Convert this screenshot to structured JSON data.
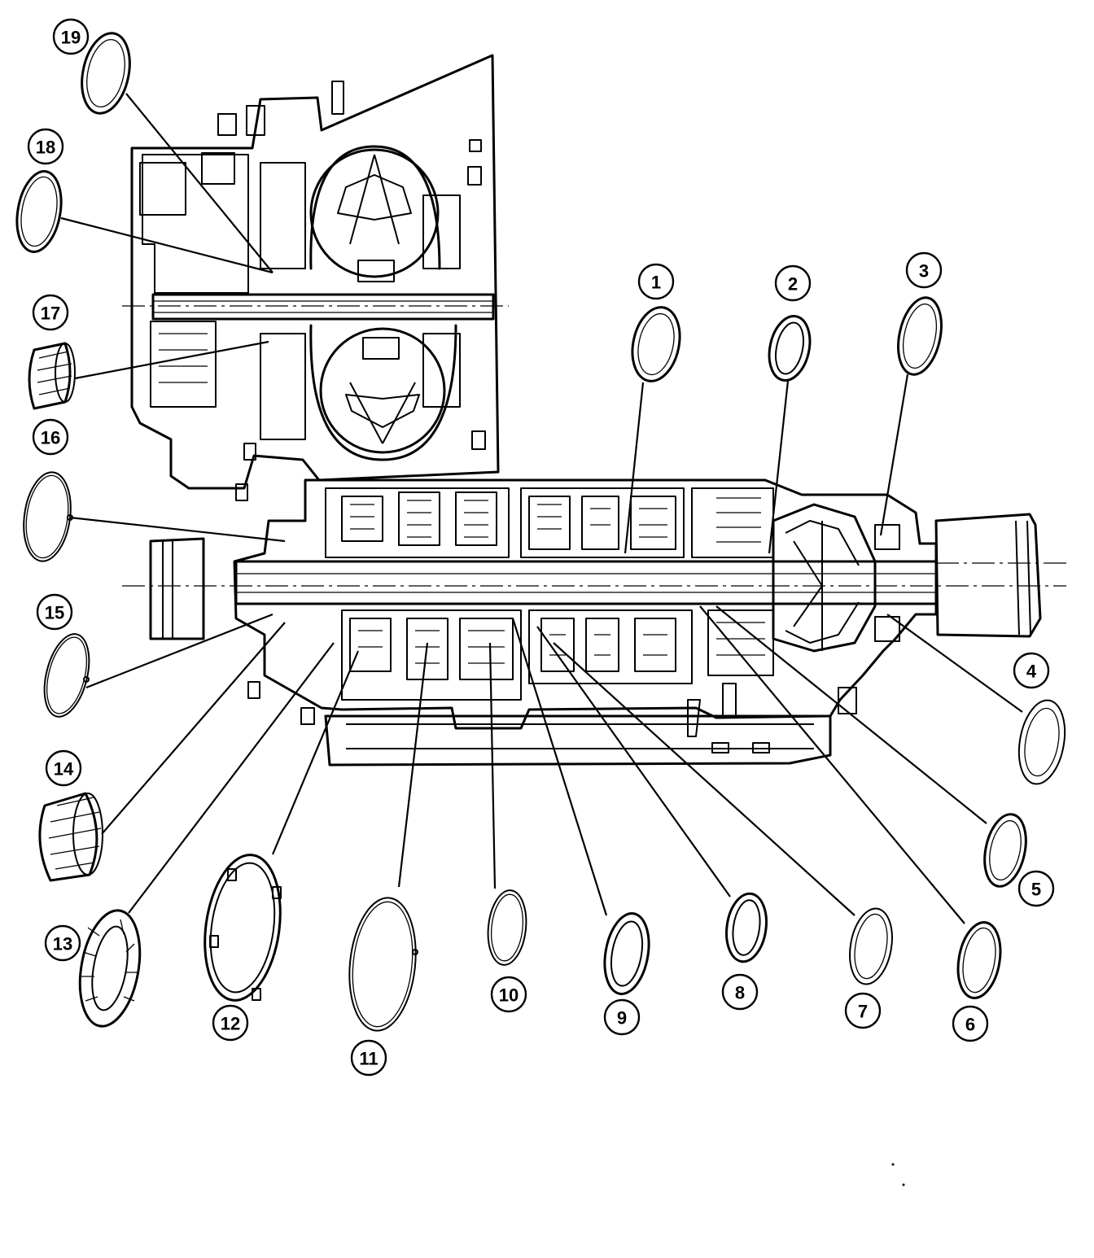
{
  "callouts": [
    {
      "id": "1",
      "label": "1"
    },
    {
      "id": "2",
      "label": "2"
    },
    {
      "id": "3",
      "label": "3"
    },
    {
      "id": "4",
      "label": "4"
    },
    {
      "id": "5",
      "label": "5"
    },
    {
      "id": "6",
      "label": "6"
    },
    {
      "id": "7",
      "label": "7"
    },
    {
      "id": "8",
      "label": "8"
    },
    {
      "id": "9",
      "label": "9"
    },
    {
      "id": "10",
      "label": "10"
    },
    {
      "id": "11",
      "label": "11"
    },
    {
      "id": "12",
      "label": "12"
    },
    {
      "id": "13",
      "label": "13"
    },
    {
      "id": "14",
      "label": "14"
    },
    {
      "id": "15",
      "label": "15"
    },
    {
      "id": "16",
      "label": "16"
    },
    {
      "id": "17",
      "label": "17"
    },
    {
      "id": "18",
      "label": "18"
    },
    {
      "id": "19",
      "label": "19"
    }
  ],
  "part_types": {
    "1": "washer",
    "2": "washer",
    "3": "washer",
    "4": "washer",
    "5": "washer",
    "6": "washer",
    "7": "washer",
    "8": "washer",
    "9": "washer",
    "10": "washer",
    "11": "snap-ring",
    "12": "tabbed-washer",
    "13": "tabbed-washer",
    "14": "bearing",
    "15": "snap-ring",
    "16": "snap-ring",
    "17": "bearing",
    "18": "washer",
    "19": "washer"
  },
  "colors": {
    "ink": "#000000",
    "paper": "#ffffff"
  }
}
